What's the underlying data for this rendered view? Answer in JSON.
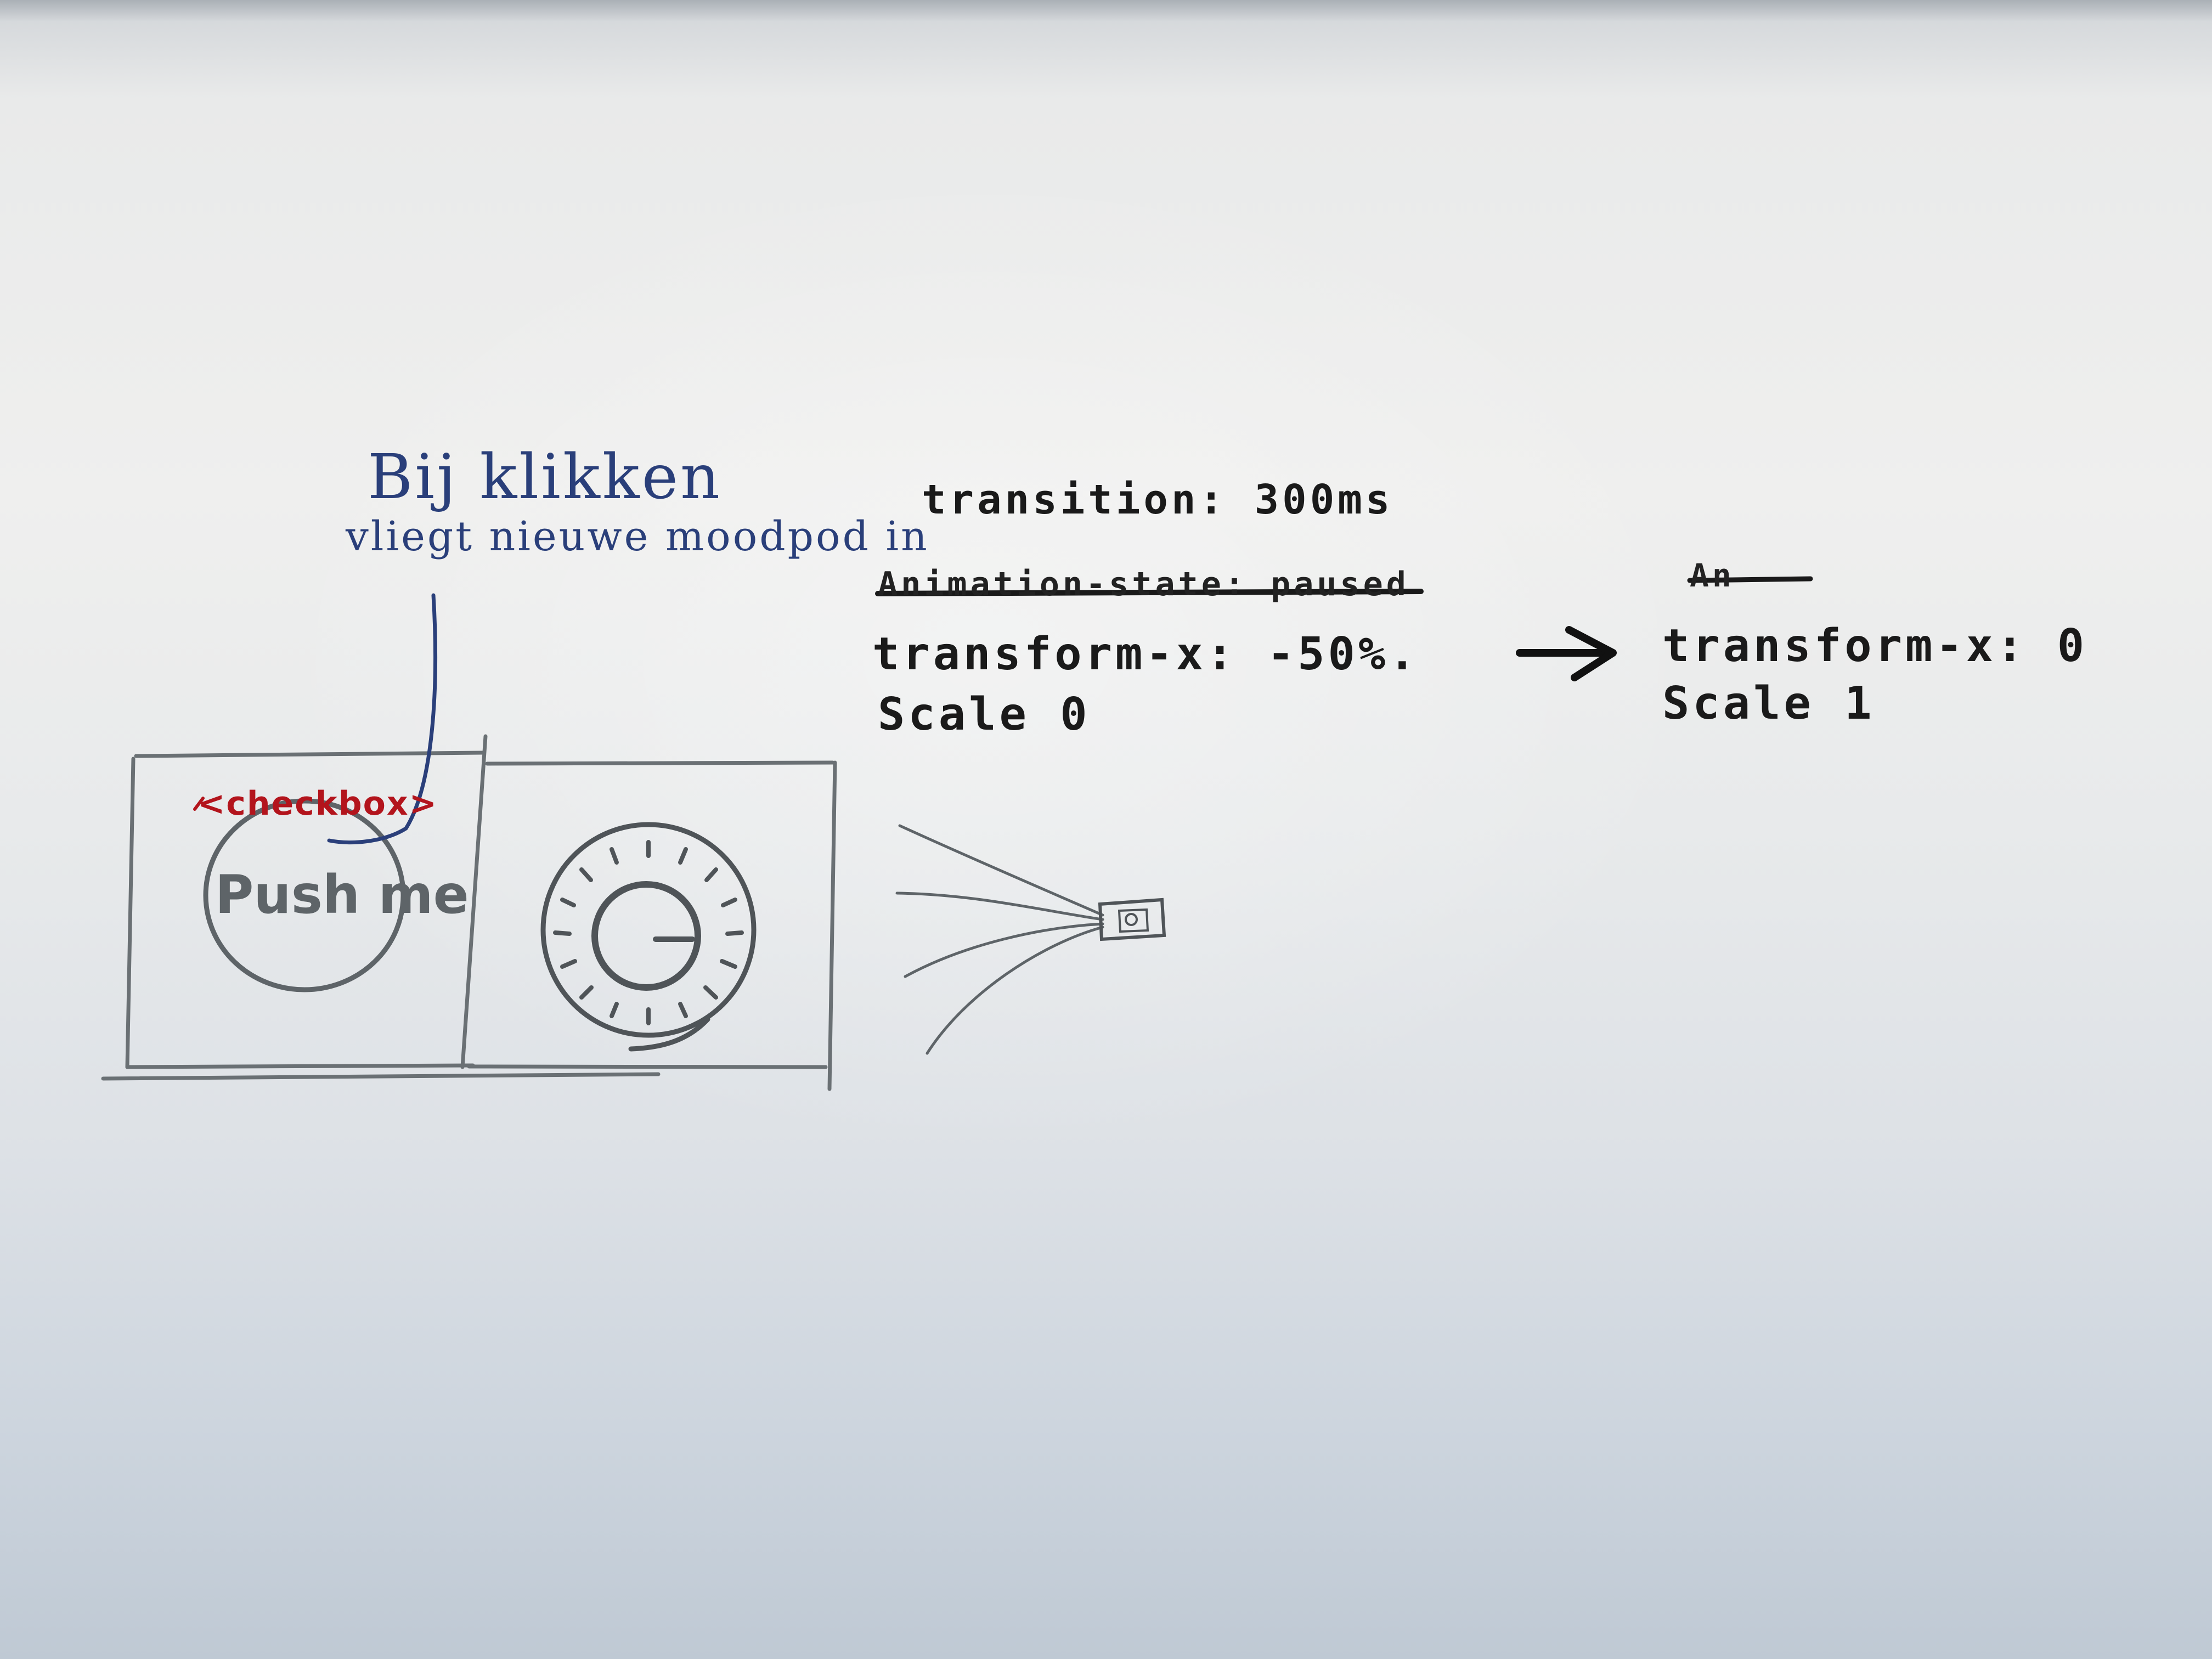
{
  "notes": {
    "line1": "Bij klikken",
    "line2": "vliegt nieuwe moodpod in",
    "transition": "transition: 300ms"
  },
  "before_state": {
    "animation_struck": "Animation-state: paused",
    "transform": "transform-x: -50%.",
    "scale": "Scale 0"
  },
  "after_state": {
    "scribble": "An",
    "transform": "transform-x: 0",
    "scale": "Scale 1"
  },
  "sketch": {
    "checkbox_tag": "<checkbox>",
    "button_label": "Push me"
  },
  "colors": {
    "pen_blue": "#2a3f7a",
    "marker_black": "#1a1a1a",
    "marker_red": "#b3141c",
    "pencil_grey": "#5e6468"
  }
}
